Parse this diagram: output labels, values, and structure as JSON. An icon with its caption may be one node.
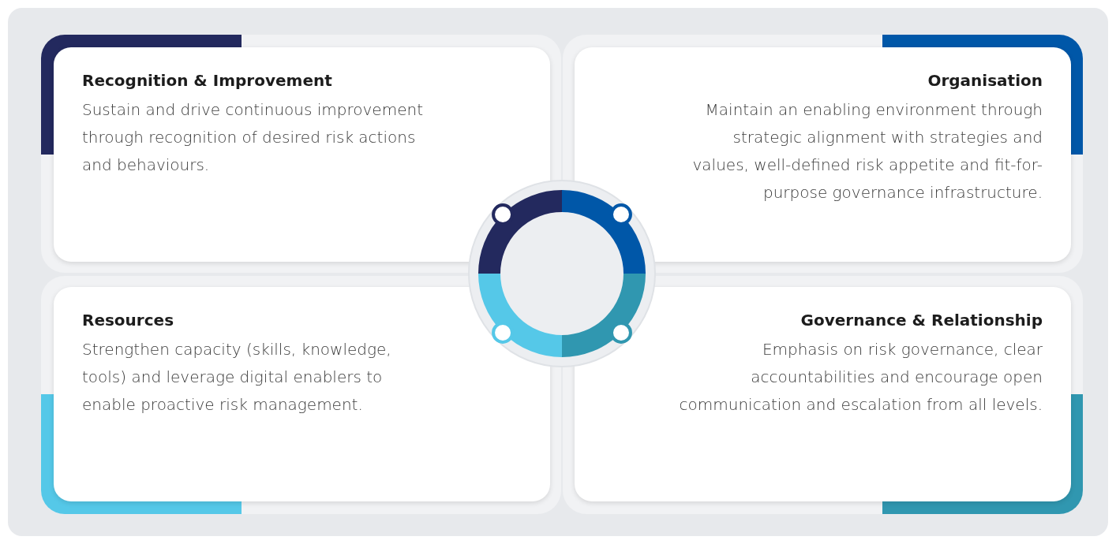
{
  "diagram": {
    "nodes": [
      {
        "text": [
          "Recognition & Improvement",
          "Sustain and drive continuous improvement through recognition of desired risk actions and behaviours."
        ]
      },
      {
        "text": [
          "Organisation",
          "Maintain an enabling environment through strategic alignment with strategies and values, well-defined risk appetite and fit-for-purpose governance infrastructure."
        ]
      },
      {
        "text": [
          "Resources",
          "Strengthen capacity (skills, knowledge, tools) and leverage digital enablers to enable proactive risk management."
        ]
      },
      {
        "text": [
          "Governance & Relationship",
          "Emphasis on risk governance, clear accountabilities and encourage open communication and escalation from all levels."
        ]
      }
    ],
    "edges": []
  }
}
